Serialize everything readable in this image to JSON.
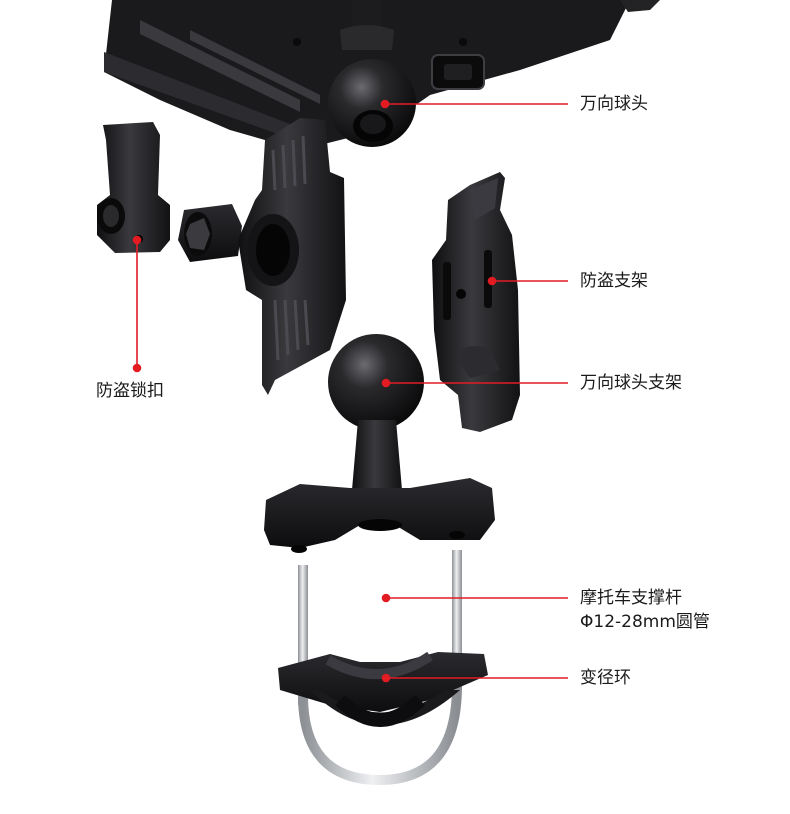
{
  "labels": {
    "ball_head": "万向球头",
    "anti_theft_bracket": "防盗支架",
    "anti_theft_lock": "防盗锁扣",
    "ball_head_bracket": "万向球头支架",
    "handlebar_line1": "摩托车支撑杆",
    "handlebar_line2": "Φ12-28mm圆管",
    "reducer_ring": "变径环"
  },
  "colors": {
    "leader": "#e31b23",
    "part_dark": "#1c1c1e",
    "part_mid": "#2e2e31",
    "part_highlight": "#5a5a60",
    "steel": "#c9ccd0",
    "background": "#ffffff"
  }
}
